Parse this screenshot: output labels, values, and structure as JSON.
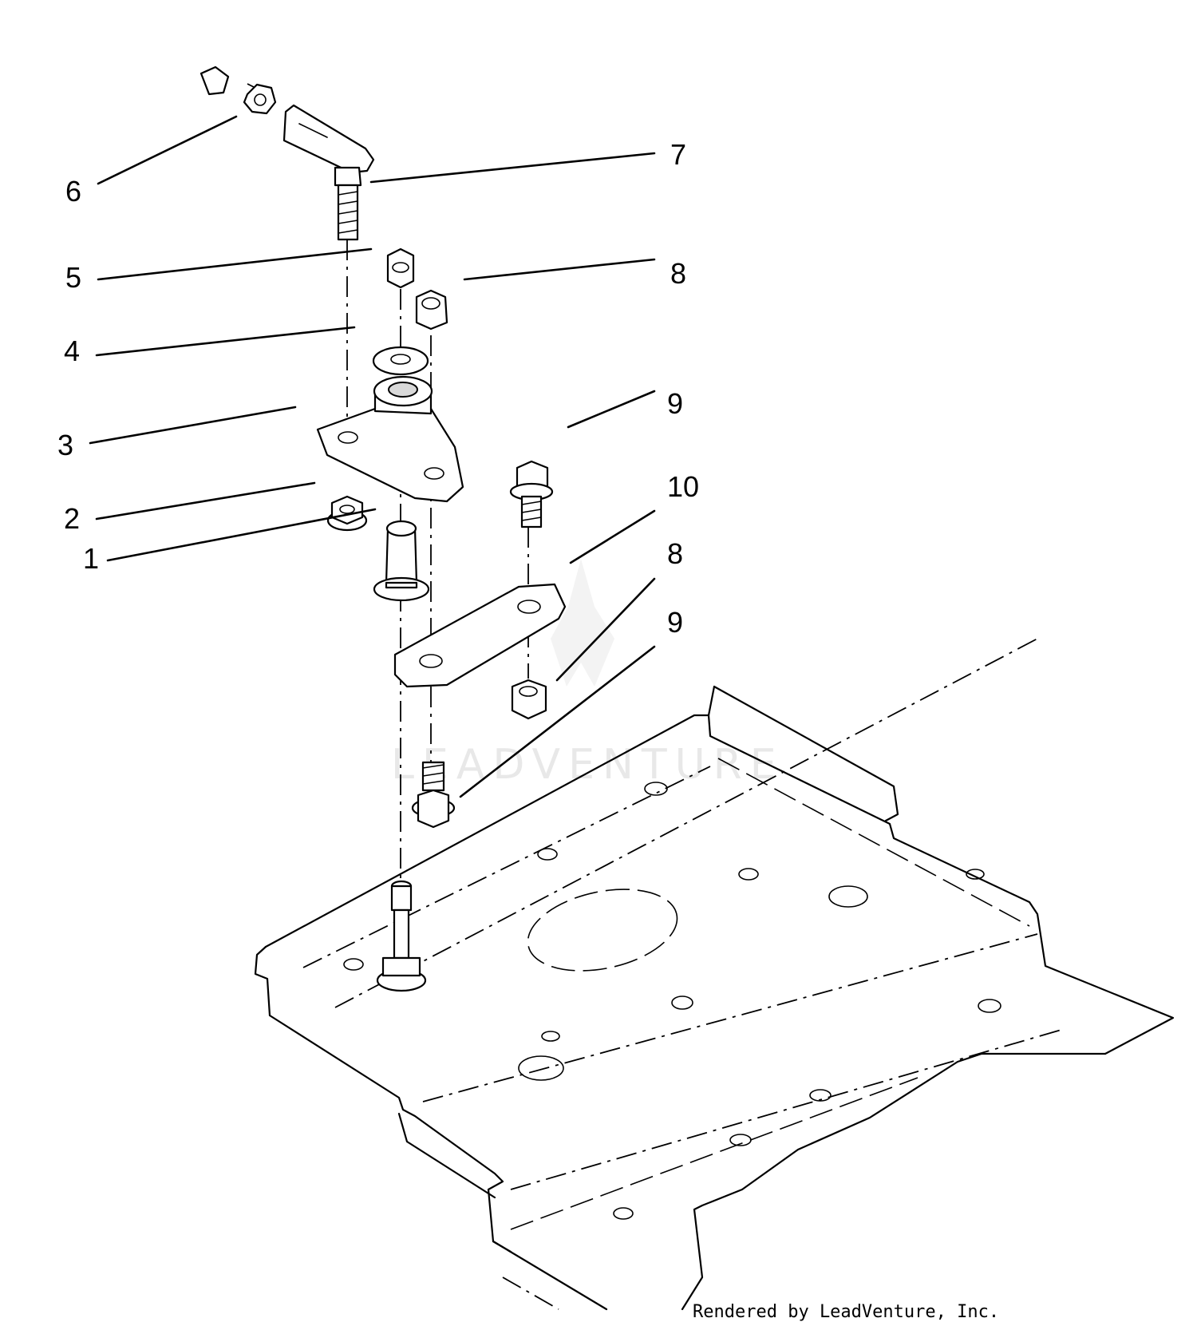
{
  "callouts": [
    {
      "label": "1"
    },
    {
      "label": "2"
    },
    {
      "label": "3"
    },
    {
      "label": "4"
    },
    {
      "label": "5"
    },
    {
      "label": "6"
    },
    {
      "label": "7"
    },
    {
      "label": "8"
    },
    {
      "label": "9"
    },
    {
      "label": "10"
    },
    {
      "label": "8"
    },
    {
      "label": "9"
    }
  ],
  "watermark": "LEADVENTURE",
  "credit": "Rendered by LeadVenture, Inc."
}
